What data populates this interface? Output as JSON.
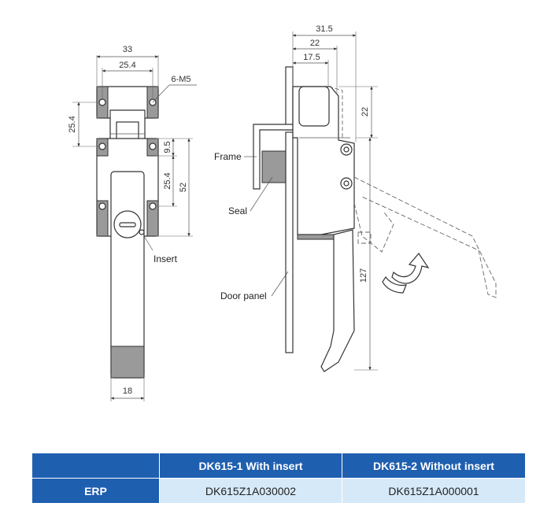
{
  "front_view": {
    "dim_width_33": "33",
    "dim_width_25_4": "25.4",
    "dim_holes": "6-M5",
    "dim_left_25_4": "25.4",
    "dim_9_5": "9.5",
    "dim_25_4": "25.4",
    "dim_52": "52",
    "dim_18": "18",
    "label_insert": "Insert"
  },
  "side_view": {
    "dim_31_5": "31.5",
    "dim_22_top": "22",
    "dim_17_5": "17.5",
    "dim_22_right": "22",
    "dim_127": "127",
    "label_frame": "Frame",
    "label_seal": "Seal",
    "label_door_panel": "Door panel"
  },
  "table": {
    "header_blank": "",
    "col1_header": "DK615-1 With insert",
    "col2_header": "DK615-2 Without insert",
    "row_label": "ERP",
    "col1_value": "DK615Z1A030002",
    "col2_value": "DK615Z1A000001"
  },
  "colors": {
    "header_blue": "#1f5fb0",
    "cell_light_blue": "#d6e9f8",
    "part_grey": "#9a9a9a"
  }
}
